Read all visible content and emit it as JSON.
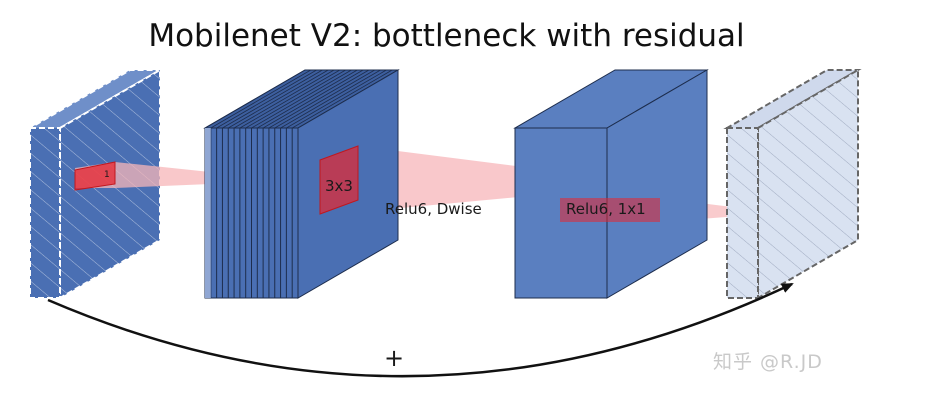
{
  "title": "Mobilenet V2: bottleneck with residual",
  "labels": {
    "slice": "1",
    "kernel": "3x3",
    "depthwise": "Relu6, Dwise",
    "pointwise": "Relu6, 1x1",
    "residual": "+"
  },
  "watermark": "知乎 @R.JD",
  "colors": {
    "block_blue": "#4a6fb3",
    "block_blue_side": "#3f63a6",
    "expanded_blue": "#5a7fc0",
    "output_fill": "#d9e2f1",
    "kernel_red": "#e8262f",
    "beam_pink": "#f7b5b8",
    "dashed_edge": "#666666"
  }
}
